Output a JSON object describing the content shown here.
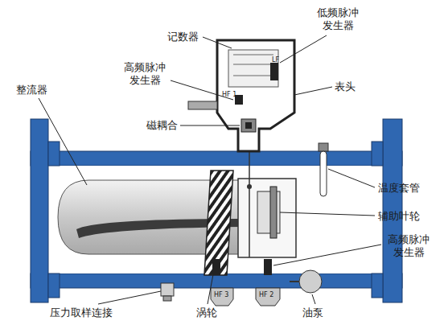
{
  "diagram": {
    "labels": [
      "记数器",
      "低频脉冲发生器",
      "高频脉冲发生器",
      "表头",
      "整流器",
      "磁耦合",
      "温度套管",
      "辅助叶轮",
      "高频脉冲发生器",
      "压力取样连接",
      "涡轮",
      "油泵",
      "LF",
      "HF 1",
      "HF 3",
      "HF 2"
    ]
  }
}
